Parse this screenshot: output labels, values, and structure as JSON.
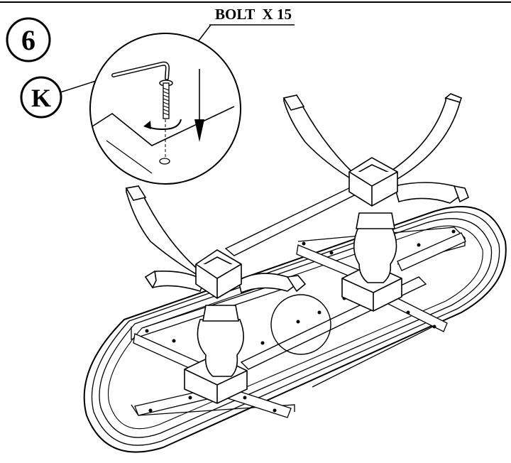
{
  "step": {
    "number": "6"
  },
  "tool": {
    "label": "K"
  },
  "callout": {
    "part_label": "BOLT  X 15"
  },
  "colors": {
    "ink": "#000000",
    "paper": "#ffffff"
  }
}
